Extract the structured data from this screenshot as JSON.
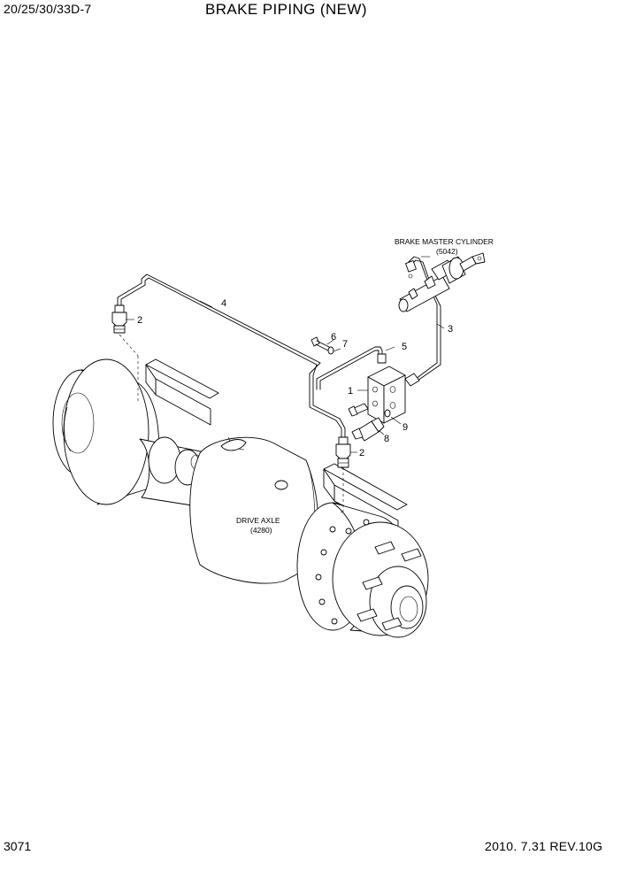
{
  "header": {
    "model_code": "20/25/30/33D-7",
    "title": "BRAKE PIPING (NEW)"
  },
  "labels": {
    "master_cylinder_name": "BRAKE MASTER CYLINDER",
    "master_cylinder_ref": "(5042)",
    "drive_axle_name": "DRIVE AXLE",
    "drive_axle_ref": "(4280)"
  },
  "callouts": {
    "c1": "1",
    "c2a": "2",
    "c2b": "2",
    "c3": "3",
    "c4": "4",
    "c5": "5",
    "c6": "6",
    "c7": "7",
    "c8": "8",
    "c9": "9"
  },
  "footer": {
    "page_number": "3071",
    "revision": "2010. 7.31  REV.10G"
  }
}
